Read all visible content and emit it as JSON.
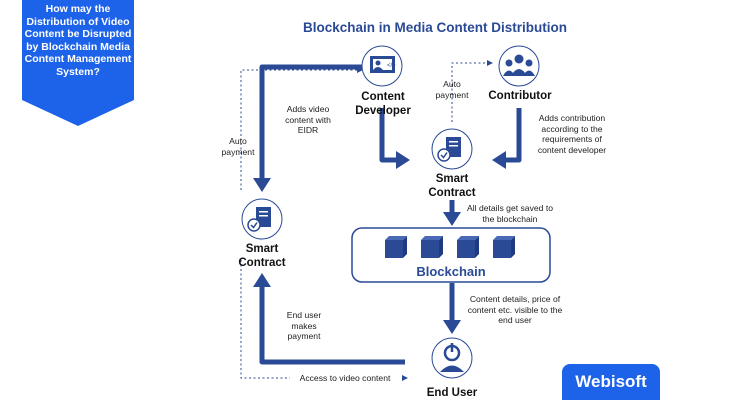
{
  "banner": {
    "text": "How may the Distribution of Video Content be Disrupted by Blockchain Media Content Management System?",
    "color": "#1d63e9"
  },
  "diagram": {
    "title": "Blockchain in Media Content Distribution",
    "nodes": {
      "content_developer": "Content Developer",
      "contributor": "Contributor",
      "smart_contract_center": "Smart Contract",
      "smart_contract_left": "Smart Contract",
      "blockchain": "Blockchain",
      "end_user": "End User"
    },
    "notes": {
      "auto_payment_left": "Auto payment",
      "auto_payment_top": "Auto payment",
      "adds_video": "Adds video content with EIDR",
      "adds_contribution": "Adds contribution according to the requirements of content developer",
      "details_saved": "All details get saved to the blockchain",
      "content_details": "Content details, price of content etc. visible to the end user",
      "end_user_pays": "End user makes payment",
      "access_video": "Access to video content"
    },
    "colors": {
      "primary": "#2a4a96",
      "accent": "#1d63e9"
    }
  },
  "brand": {
    "name": "Webisoft"
  }
}
